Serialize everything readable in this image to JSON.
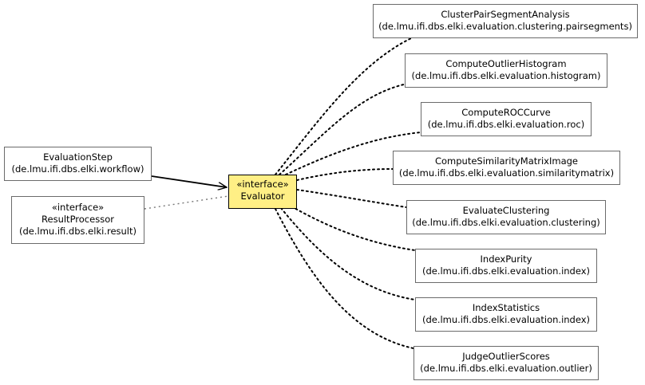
{
  "center": {
    "stereotype": "«interface»",
    "name": "Evaluator"
  },
  "left_nodes": [
    {
      "name": "EvaluationStep",
      "package": "(de.lmu.ifi.dbs.elki.workflow)"
    },
    {
      "stereotype": "«interface»",
      "name": "ResultProcessor",
      "package": "(de.lmu.ifi.dbs.elki.result)"
    }
  ],
  "right_nodes": [
    {
      "name": "ClusterPairSegmentAnalysis",
      "package": "(de.lmu.ifi.dbs.elki.evaluation.clustering.pairsegments)"
    },
    {
      "name": "ComputeOutlierHistogram",
      "package": "(de.lmu.ifi.dbs.elki.evaluation.histogram)"
    },
    {
      "name": "ComputeROCCurve",
      "package": "(de.lmu.ifi.dbs.elki.evaluation.roc)"
    },
    {
      "name": "ComputeSimilarityMatrixImage",
      "package": "(de.lmu.ifi.dbs.elki.evaluation.similaritymatrix)"
    },
    {
      "name": "EvaluateClustering",
      "package": "(de.lmu.ifi.dbs.elki.evaluation.clustering)"
    },
    {
      "name": "IndexPurity",
      "package": "(de.lmu.ifi.dbs.elki.evaluation.index)"
    },
    {
      "name": "IndexStatistics",
      "package": "(de.lmu.ifi.dbs.elki.evaluation.index)"
    },
    {
      "name": "JudgeOutlierScores",
      "package": "(de.lmu.ifi.dbs.elki.evaluation.outlier)"
    }
  ],
  "colors": {
    "focus_fill": "#ffef85",
    "node_border": "#6b6b6b",
    "edge": "#000000"
  }
}
